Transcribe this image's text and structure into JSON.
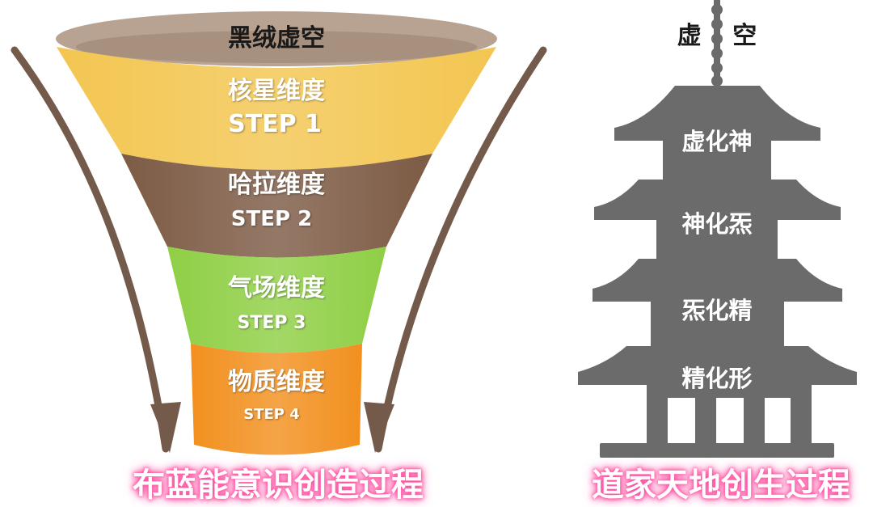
{
  "funnel": {
    "top_label": "黑绒虚空",
    "layers": [
      {
        "name": "核星维度",
        "step": "STEP 1",
        "color": "#f3c651"
      },
      {
        "name": "哈拉维度",
        "step": "STEP 2",
        "color": "#7d5b45"
      },
      {
        "name": "气场维度",
        "step": "STEP 3",
        "color": "#8fcf45"
      },
      {
        "name": "物质维度",
        "step": "STEP 4",
        "color": "#f2901f"
      }
    ],
    "arrow_color": "#735a4a",
    "caption": "布蓝能意识创造过程"
  },
  "pagoda": {
    "top_label": "虚 空",
    "levels": [
      "虚化神",
      "神化炁",
      "炁化精",
      "精化形"
    ],
    "color": "#6b6b6b",
    "caption": "道家天地创生过程"
  }
}
